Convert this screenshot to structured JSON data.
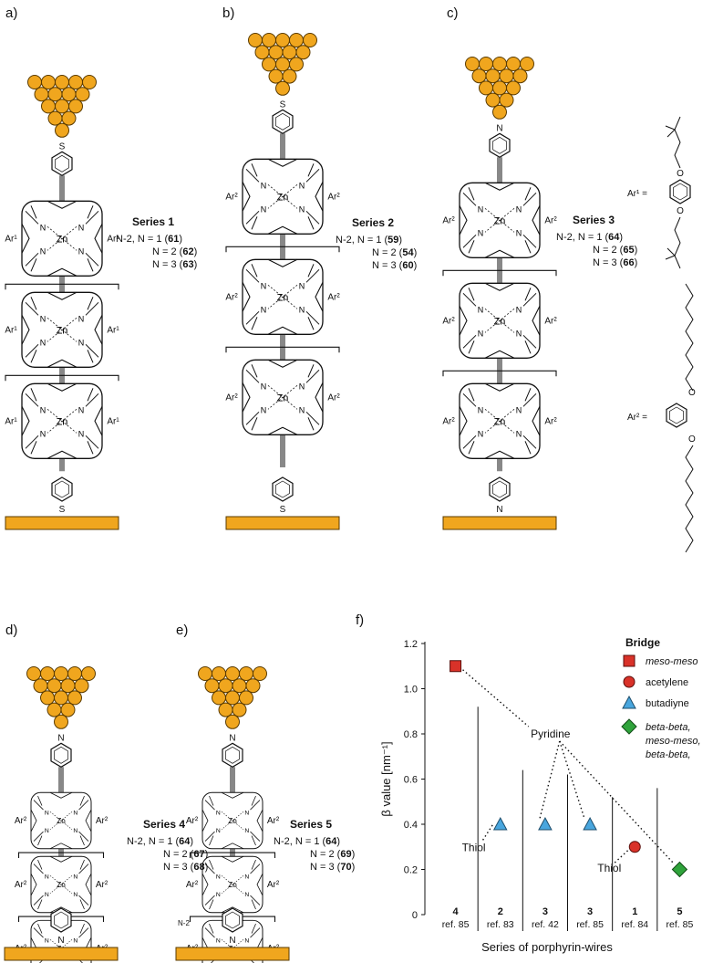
{
  "panels": [
    {
      "label": "a)",
      "series": "Series 1",
      "lines": [
        "N-2, N = 1 (",
        "N = 2 (",
        "N = 3 ("
      ],
      "cmpds": [
        "61",
        "62",
        "63"
      ],
      "anchor": "S",
      "ar": "Ar¹",
      "bracket_label": ""
    },
    {
      "label": "b)",
      "series": "Series 2",
      "lines": [
        "N-2, N = 1 (",
        "N = 2 (",
        "N = 3 ("
      ],
      "cmpds": [
        "59",
        "54",
        "60"
      ],
      "anchor": "S",
      "ar": "Ar²",
      "bracket_label": ""
    },
    {
      "label": "c)",
      "series": "Series 3",
      "lines": [
        "N-2, N = 1 (",
        "N = 2 (",
        "N = 3 ("
      ],
      "cmpds": [
        "64",
        "65",
        "66"
      ],
      "anchor": "N",
      "ar": "Ar²",
      "bracket_label": ""
    },
    {
      "label": "d)",
      "series": "Series 4",
      "lines": [
        "N-2, N = 1 (",
        "N = 2 (",
        "N = 3 ("
      ],
      "cmpds": [
        "64",
        "67",
        "68"
      ],
      "anchor": "N",
      "ar": "Ar²",
      "bracket_label": ""
    },
    {
      "label": "e)",
      "series": "Series 5",
      "lines": [
        "N-2, N = 1 (",
        "N = 2 (",
        "N = 3 ("
      ],
      "cmpds": [
        "64",
        "69",
        "70"
      ],
      "anchor": "N",
      "ar": "Ar²",
      "bracket_label": "N-2"
    }
  ],
  "atoms": {
    "zn": "Zn",
    "n": "N",
    "s": "S"
  },
  "substituents": {
    "ar1": "Ar¹ =",
    "ar2": "Ar² ="
  },
  "colors": {
    "gold": "#F0A61E",
    "red": "#D93229",
    "blue": "#49A6DE",
    "green": "#2FA33B",
    "dark": "#111111"
  },
  "chart_panel_label": "f)",
  "chart_data": {
    "type": "scatter",
    "title": "",
    "xlabel": "Series of porphyrin-wires",
    "ylabel": "β value [nm⁻¹]",
    "ylim": [
      0,
      1.2
    ],
    "yticks": [
      "0",
      "0.2",
      "0.4",
      "0.6",
      "0.8",
      "1.0",
      "1.2"
    ],
    "grid": false,
    "categories": [
      {
        "num": "4",
        "ref": "ref. 85"
      },
      {
        "num": "2",
        "ref": "ref. 83"
      },
      {
        "num": "3",
        "ref": "ref. 42"
      },
      {
        "num": "3",
        "ref": "ref. 85"
      },
      {
        "num": "1",
        "ref": "ref. 84"
      },
      {
        "num": "5",
        "ref": "ref. 85"
      }
    ],
    "points": [
      {
        "category_index": 0,
        "value": 1.1,
        "bridge": "meso-meso",
        "marker": "square"
      },
      {
        "category_index": 1,
        "value": 0.4,
        "bridge": "butadiyne",
        "marker": "triangle"
      },
      {
        "category_index": 2,
        "value": 0.4,
        "bridge": "butadiyne",
        "marker": "triangle"
      },
      {
        "category_index": 3,
        "value": 0.4,
        "bridge": "butadiyne",
        "marker": "triangle"
      },
      {
        "category_index": 4,
        "value": 0.3,
        "bridge": "acetylene",
        "marker": "circle"
      },
      {
        "category_index": 5,
        "value": 0.2,
        "bridge": "beta-beta, meso-meso, beta-beta",
        "marker": "diamond"
      }
    ],
    "legend": {
      "title": "Bridge",
      "position": "top-right",
      "items": [
        {
          "label": "meso-meso",
          "marker": "square",
          "italic": true
        },
        {
          "label": "acetylene",
          "marker": "circle",
          "italic": false
        },
        {
          "label": "butadiyne",
          "marker": "triangle",
          "italic": false
        },
        {
          "label": "beta-beta,",
          "marker": "diamond",
          "italic": true
        },
        {
          "label": "meso-meso,",
          "marker": "",
          "italic": true
        },
        {
          "label": "beta-beta,",
          "marker": "",
          "italic": true
        }
      ]
    },
    "annotations": {
      "pyridine": "Pyridine",
      "thiol1": "Thiol",
      "thiol2": "Thiol"
    }
  }
}
